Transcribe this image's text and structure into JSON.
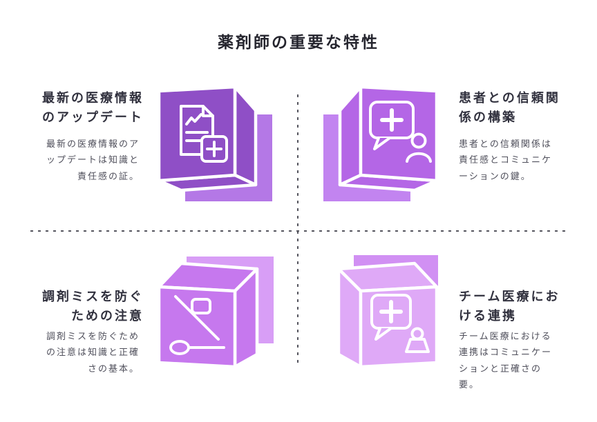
{
  "title": "薬剤師の重要な特性",
  "colors": {
    "background": "#ffffff",
    "title_text": "#25252e",
    "heading_text": "#31313e",
    "description_text": "#4f4f5b",
    "divider": "#55555e",
    "cube_outline": "#ffffff"
  },
  "items": [
    {
      "heading": "最新の医療情報\nのアップデート",
      "description": "最新の医療情報のア\nップデートは知識と\n責任感の証。",
      "icon": "document-medical-cross-icon",
      "cube": {
        "front": "#8f4fc6",
        "back": "#b478e6"
      }
    },
    {
      "heading": "患者との信頼関\n係の構築",
      "description": "患者との信頼関係は\n責任感とコミュニケ\nーションの鍵。",
      "icon": "chat-bubble-medical-person-icon",
      "cube": {
        "front": "#b466e6",
        "back": "#c284f0"
      }
    },
    {
      "heading": "調剤ミスを防ぐ\nための注意",
      "description": "調剤ミスを防ぐため\nの注意は知識と正確\nさの基本。",
      "icon": "no-medication-spoon-icon",
      "cube": {
        "front": "#c678ee",
        "back": "#d89ef6"
      }
    },
    {
      "heading": "チーム医療にお\nける連携",
      "description": "チーム医療における\n連携はコミュニケー\nションと正確さの\n要。",
      "icon": "chat-bubble-presenter-icon",
      "cube": {
        "front": "#dfa9f7",
        "back": "#d190f3"
      }
    }
  ]
}
